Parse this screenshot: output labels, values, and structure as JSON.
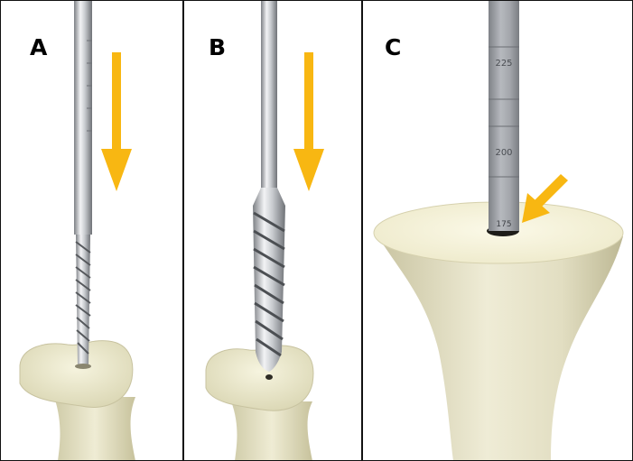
{
  "panels": [
    {
      "label": "A"
    },
    {
      "label": "B"
    },
    {
      "label": "C"
    }
  ],
  "ruler_marks": {
    "upper": "225",
    "middle": "200",
    "lower": "175"
  },
  "colors": {
    "arrow": "#F8B712",
    "bone": "#EEEBCF",
    "steel": "#A9ACB1",
    "border": "#111111"
  }
}
